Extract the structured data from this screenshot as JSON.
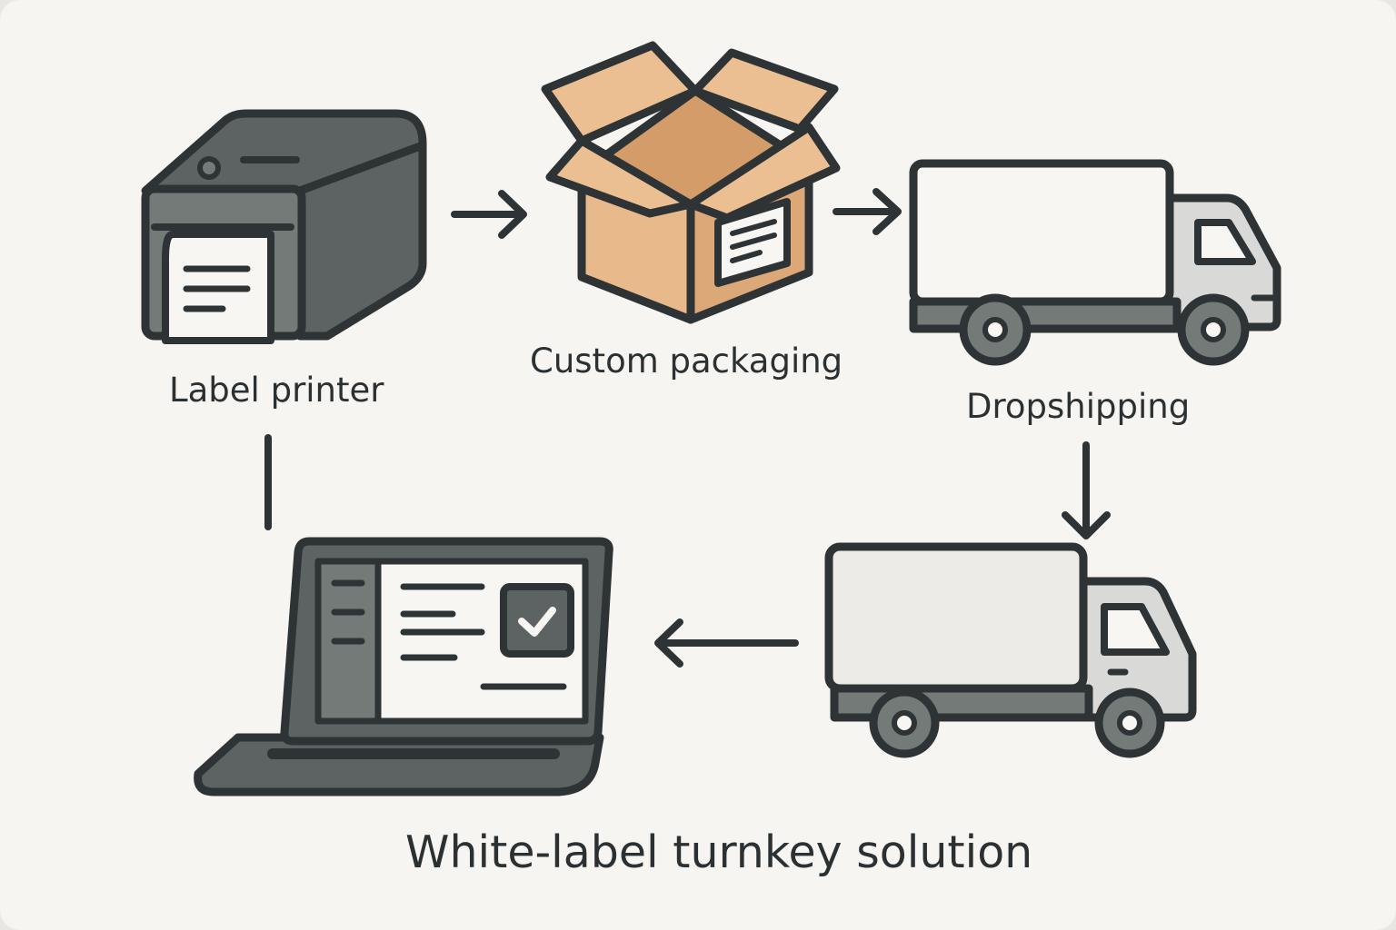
{
  "nodes": {
    "label_printer": "Label printer",
    "custom_packaging": "Custom packaging",
    "dropshipping": "Dropshipping"
  },
  "footer_title": "White-label turnkey solution",
  "colors": {
    "background": "#f6f5f1",
    "outline": "#2e3336",
    "dark_gray": "#5c6362",
    "mid_gray": "#6e7573",
    "light_gray": "#d9d9d7",
    "paper": "#f7f6f2",
    "cardboard": "#e8b98a",
    "cardboard_dark": "#d9a574"
  },
  "icons": [
    "printer-icon",
    "box-icon",
    "truck-icon",
    "truck-icon",
    "laptop-icon",
    "checkbox-icon"
  ]
}
